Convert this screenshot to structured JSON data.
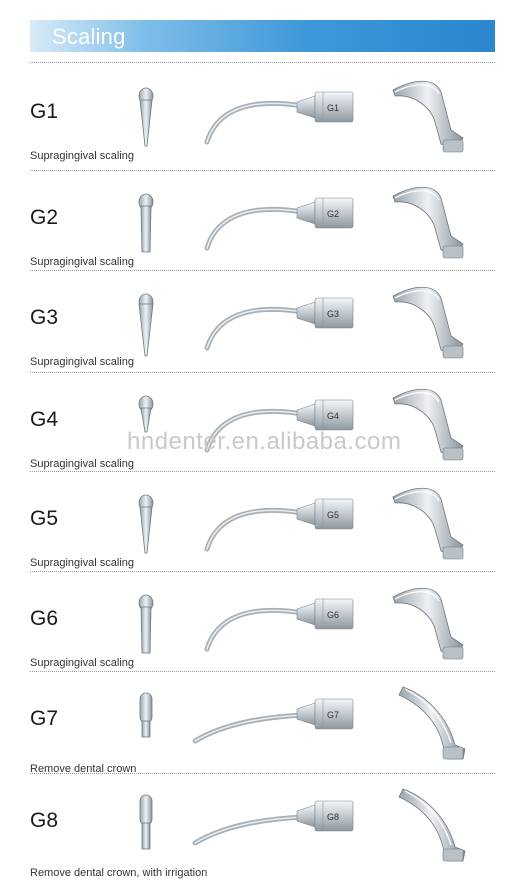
{
  "header": {
    "title": "Scaling"
  },
  "watermark": "hndenter.en.alibaba.com",
  "colors": {
    "header_blue": "#2c86cf",
    "steel": "#9aa3ab",
    "steel_light": "#e4e8ec"
  },
  "tips": [
    {
      "code": "G1",
      "description": "Supragingival scaling",
      "label": "G1",
      "front_shape": "narrow-point",
      "icon": "dental-scaler-tip"
    },
    {
      "code": "G2",
      "description": "Supragingival scaling",
      "label": "G2",
      "front_shape": "flat-chisel",
      "icon": "dental-scaler-tip"
    },
    {
      "code": "G3",
      "description": "Supragingival scaling",
      "label": "G3",
      "front_shape": "long-point",
      "icon": "dental-scaler-tip"
    },
    {
      "code": "G4",
      "description": "Supragingival scaling",
      "label": "G4",
      "front_shape": "short-point",
      "icon": "dental-scaler-tip"
    },
    {
      "code": "G5",
      "description": "Supragingival scaling",
      "label": "G5",
      "front_shape": "narrow-point",
      "icon": "dental-scaler-tip"
    },
    {
      "code": "G6",
      "description": "Supragingival scaling",
      "label": "G6",
      "front_shape": "flat-chisel",
      "icon": "dental-scaler-tip"
    },
    {
      "code": "G7",
      "description": "Remove dental crown",
      "label": "G7",
      "front_shape": "round-knob",
      "icon": "dental-scaler-tip"
    },
    {
      "code": "G8",
      "description": "Remove dental crown, with irrigation",
      "label": "G8",
      "front_shape": "round-knob-long",
      "icon": "dental-scaler-tip"
    }
  ]
}
